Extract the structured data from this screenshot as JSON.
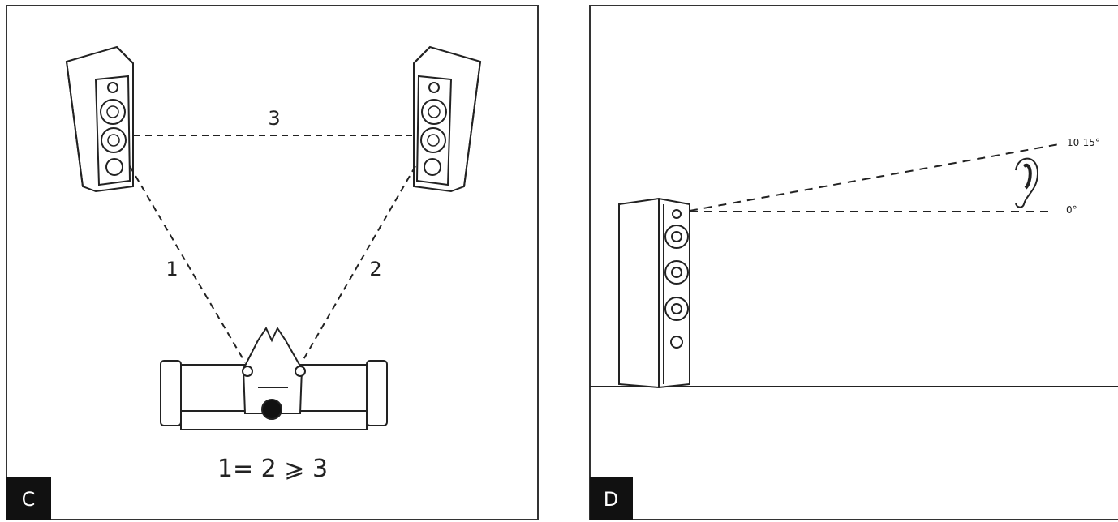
{
  "panel_c": {
    "label": "C",
    "distance_1": "1",
    "distance_2": "2",
    "distance_3": "3",
    "formula": "1= 2 ⩾ 3"
  },
  "panel_d": {
    "label": "D",
    "angle_high": "10-15°",
    "angle_zero": "0°"
  }
}
